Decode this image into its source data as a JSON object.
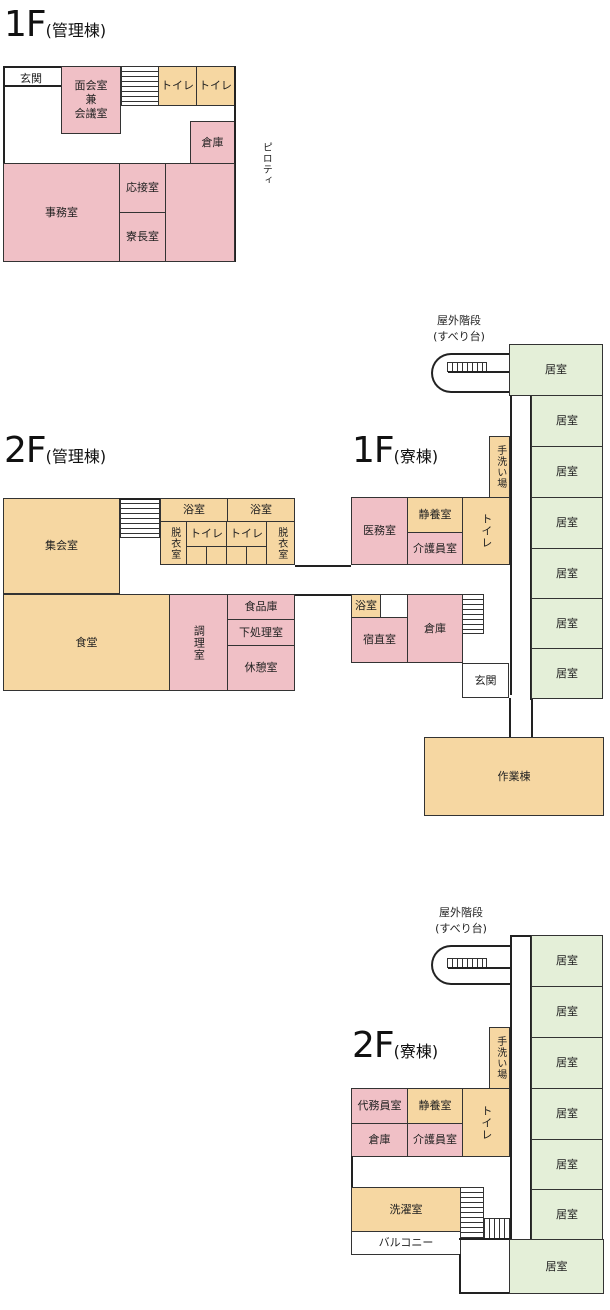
{
  "floor_titles": {
    "admin_1f": {
      "num": "1F",
      "sub": "(管理棟)"
    },
    "admin_2f": {
      "num": "2F",
      "sub": "(管理棟)"
    },
    "dorm_1f": {
      "num": "1F",
      "sub": "(寮棟)"
    },
    "dorm_2f": {
      "num": "2F",
      "sub": "(寮棟)"
    }
  },
  "admin_1f": {
    "entrance": "玄関",
    "meeting_room": "面会室\n兼\n会議室",
    "toilet_a": "トイレ",
    "toilet_b": "トイレ",
    "storage": "倉庫",
    "piloti": "ピロティ",
    "office": "事務室",
    "reception": "応接室",
    "dorm_head": "寮長室"
  },
  "outdoor_stairs_1": {
    "line1": "屋外階段",
    "line2": "(すべり台)"
  },
  "outdoor_stairs_2": {
    "line1": "屋外階段",
    "line2": "(すべり台)"
  },
  "admin_2f": {
    "assembly": "集会室",
    "bath_a": "浴室",
    "bath_b": "浴室",
    "changing_a": "脱衣室",
    "toilet_a": "トイレ",
    "toilet_b": "トイレ",
    "changing_b": "脱衣室",
    "dining": "食堂",
    "kitchen": "調理室",
    "food_storage": "食品庫",
    "prep_room": "下処理室",
    "break_room": "休憩室"
  },
  "dorm_1f": {
    "medical": "医務室",
    "rest_room": "静養室",
    "care_staff": "介護員室",
    "toilet": "トイレ",
    "handwash": "手洗い場",
    "bath": "浴室",
    "night_duty": "宿直室",
    "storage": "倉庫",
    "entrance": "玄関",
    "work_building": "作業棟",
    "rooms": [
      "居室",
      "居室",
      "居室",
      "居室",
      "居室",
      "居室",
      "居室"
    ]
  },
  "dorm_2f": {
    "deputy_staff": "代務員室",
    "rest_room": "静養室",
    "storage": "倉庫",
    "care_staff": "介護員室",
    "toilet": "トイレ",
    "handwash": "手洗い場",
    "laundry": "洗濯室",
    "balcony": "バルコニー",
    "rooms": [
      "居室",
      "居室",
      "居室",
      "居室",
      "居室",
      "居室",
      "居室"
    ]
  }
}
